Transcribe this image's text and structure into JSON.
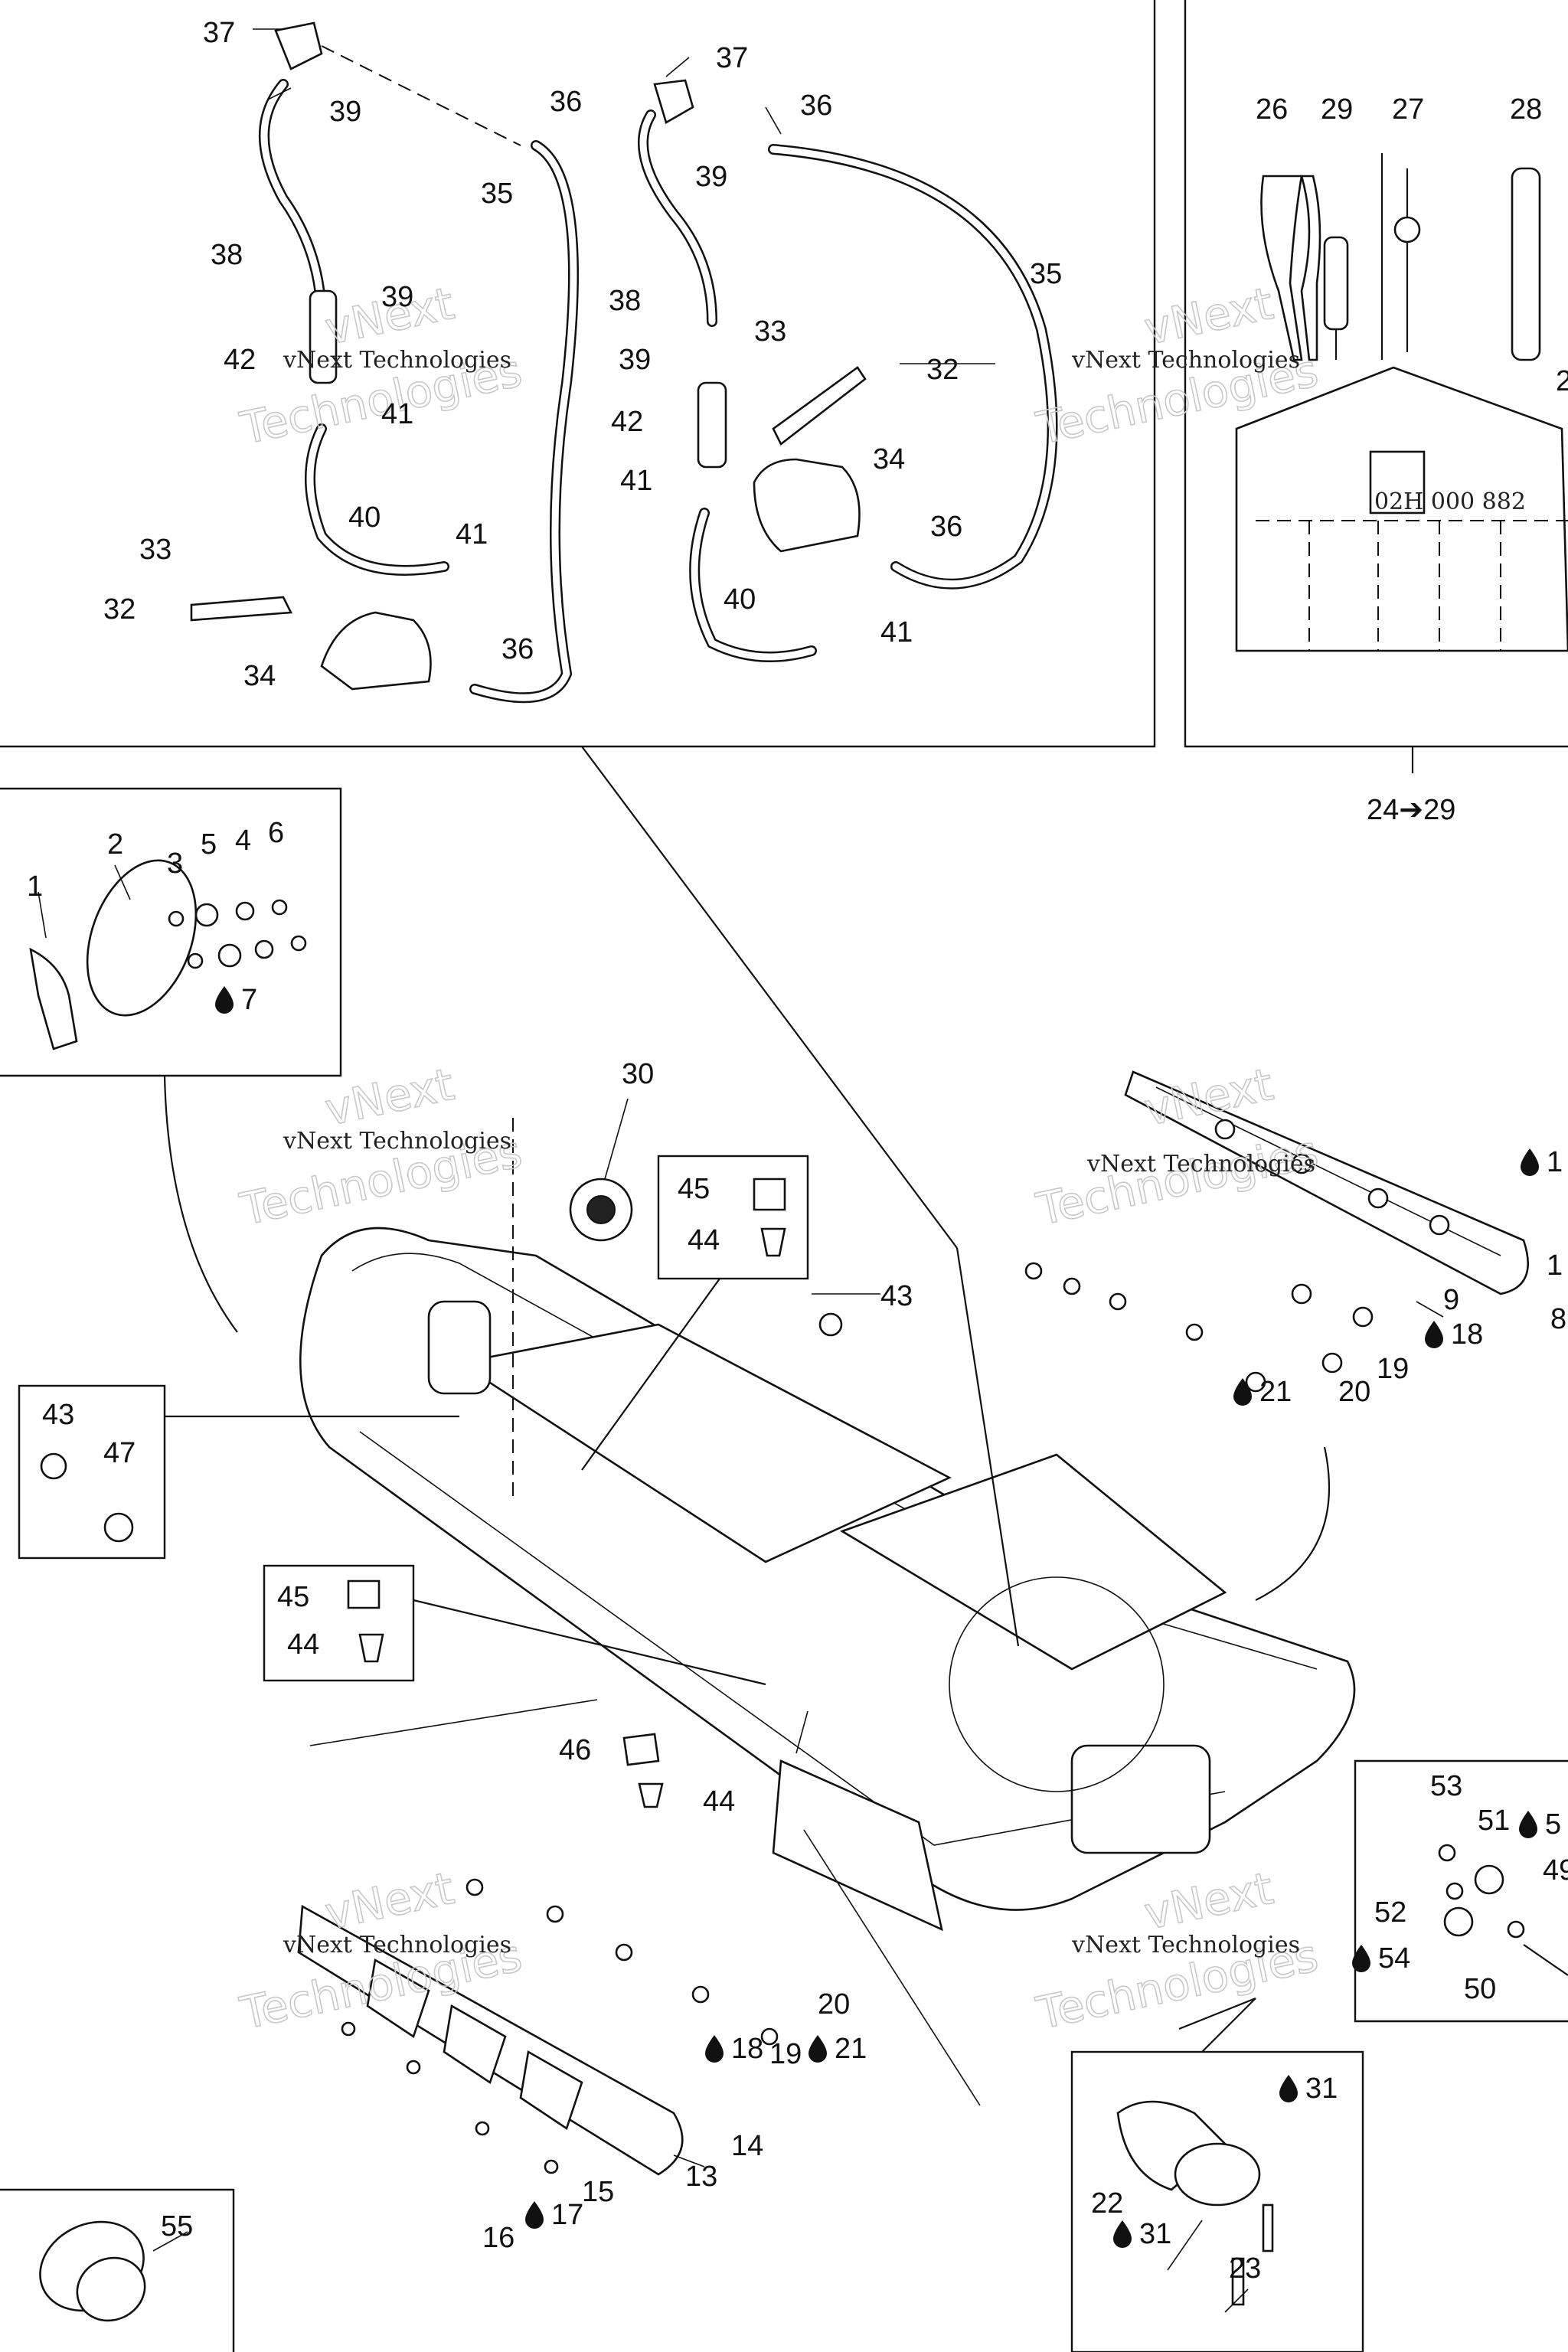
{
  "diagram": {
    "callouts": [
      {
        "id": "c37a",
        "text": "37"
      },
      {
        "id": "c39a",
        "text": "39"
      },
      {
        "id": "c36a",
        "text": "36"
      },
      {
        "id": "c35a",
        "text": "35"
      },
      {
        "id": "c38a",
        "text": "38"
      },
      {
        "id": "c39b",
        "text": "39"
      },
      {
        "id": "c42a",
        "text": "42"
      },
      {
        "id": "c41a",
        "text": "41"
      },
      {
        "id": "c40a",
        "text": "40"
      },
      {
        "id": "c33a",
        "text": "33"
      },
      {
        "id": "c41b",
        "text": "41"
      },
      {
        "id": "c32a",
        "text": "32"
      },
      {
        "id": "c34a",
        "text": "34"
      },
      {
        "id": "c36b",
        "text": "36"
      },
      {
        "id": "c37b",
        "text": "37"
      },
      {
        "id": "c36c",
        "text": "36"
      },
      {
        "id": "c39c",
        "text": "39"
      },
      {
        "id": "c35b",
        "text": "35"
      },
      {
        "id": "c38b",
        "text": "38"
      },
      {
        "id": "c33b",
        "text": "33"
      },
      {
        "id": "c39d",
        "text": "39"
      },
      {
        "id": "c32b",
        "text": "32"
      },
      {
        "id": "c42b",
        "text": "42"
      },
      {
        "id": "c34b",
        "text": "34"
      },
      {
        "id": "c41c",
        "text": "41"
      },
      {
        "id": "c36d",
        "text": "36"
      },
      {
        "id": "c40b",
        "text": "40"
      },
      {
        "id": "c41d",
        "text": "41"
      },
      {
        "id": "c26",
        "text": "26"
      },
      {
        "id": "c29",
        "text": "29"
      },
      {
        "id": "c27",
        "text": "27"
      },
      {
        "id": "c28",
        "text": "28"
      },
      {
        "id": "c2x",
        "text": "2"
      },
      {
        "id": "c2429",
        "text": "24➔29"
      },
      {
        "id": "c1",
        "text": "1"
      },
      {
        "id": "c2",
        "text": "2"
      },
      {
        "id": "c3",
        "text": "3"
      },
      {
        "id": "c5",
        "text": "5"
      },
      {
        "id": "c4",
        "text": "4"
      },
      {
        "id": "c6",
        "text": "6"
      },
      {
        "id": "c7",
        "text": "7"
      },
      {
        "id": "c30",
        "text": "30"
      },
      {
        "id": "c45a",
        "text": "45"
      },
      {
        "id": "c44a",
        "text": "44"
      },
      {
        "id": "c43a",
        "text": "43"
      },
      {
        "id": "c43b",
        "text": "43"
      },
      {
        "id": "c47",
        "text": "47"
      },
      {
        "id": "c45b",
        "text": "45"
      },
      {
        "id": "c44b",
        "text": "44"
      },
      {
        "id": "c46",
        "text": "46"
      },
      {
        "id": "c44c",
        "text": "44"
      },
      {
        "id": "c1x",
        "text": "1"
      },
      {
        "id": "c1y",
        "text": "1"
      },
      {
        "id": "c9",
        "text": "9"
      },
      {
        "id": "c8",
        "text": "8"
      },
      {
        "id": "c18a",
        "text": "18"
      },
      {
        "id": "c19a",
        "text": "19"
      },
      {
        "id": "c21a",
        "text": "21"
      },
      {
        "id": "c20a",
        "text": "20"
      },
      {
        "id": "c53",
        "text": "53"
      },
      {
        "id": "c51",
        "text": "51"
      },
      {
        "id": "c5x",
        "text": "5"
      },
      {
        "id": "c49",
        "text": "49"
      },
      {
        "id": "c52",
        "text": "52"
      },
      {
        "id": "c54",
        "text": "54"
      },
      {
        "id": "c50",
        "text": "50"
      },
      {
        "id": "c20b",
        "text": "20"
      },
      {
        "id": "c21b",
        "text": "21"
      },
      {
        "id": "c18b",
        "text": "18"
      },
      {
        "id": "c19b",
        "text": "19"
      },
      {
        "id": "c14",
        "text": "14"
      },
      {
        "id": "c13",
        "text": "13"
      },
      {
        "id": "c15",
        "text": "15"
      },
      {
        "id": "c17",
        "text": "17"
      },
      {
        "id": "c16",
        "text": "16"
      },
      {
        "id": "c55",
        "text": "55"
      },
      {
        "id": "c31a",
        "text": "31"
      },
      {
        "id": "c22",
        "text": "22"
      },
      {
        "id": "c31b",
        "text": "31"
      },
      {
        "id": "c23",
        "text": "23"
      }
    ],
    "watermark": {
      "line1": "vNext",
      "line2": "Technologies",
      "small": "vNext Technologies"
    },
    "toolkit_label": "02H 000 882"
  }
}
